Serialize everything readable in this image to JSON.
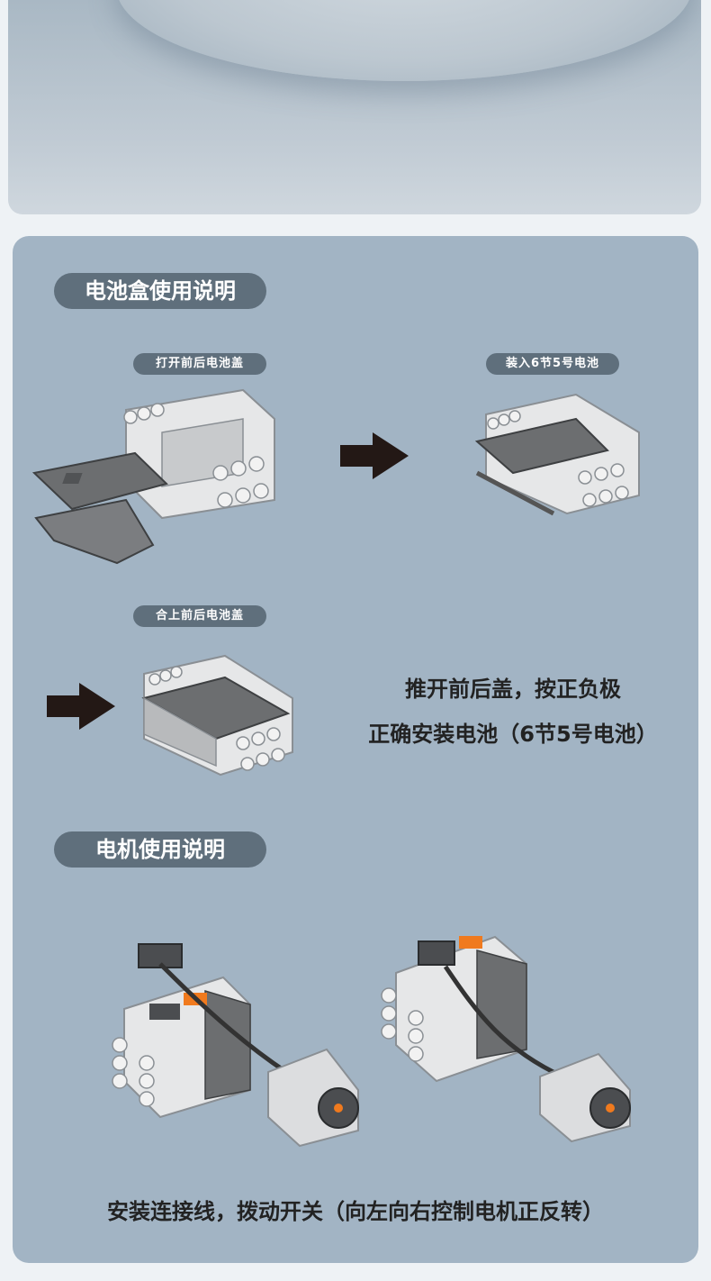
{
  "battery_section": {
    "title": "电池盒使用说明",
    "step1_label": "打开前后电池盖",
    "step2_label": "装入6节5号电池",
    "step3_label": "合上前后电池盖",
    "instruction_line1": "推开前后盖，按正负极",
    "instruction_line2": "正确安装电池（6节5号电池）"
  },
  "motor_section": {
    "title": "电机使用说明",
    "instruction": "安装连接线，拨动开关（向左向右控制电机正反转）"
  },
  "colors": {
    "panel_bg": "#a2b4c4",
    "pill_bg": "#5f6f7c",
    "arrow": "#231815",
    "switch_orange": "#f07a1e"
  },
  "icons": [
    "arrow-right-icon",
    "battery-box-open-icon",
    "battery-box-loaded-icon",
    "battery-box-closed-icon",
    "motor-assembly-icon"
  ]
}
